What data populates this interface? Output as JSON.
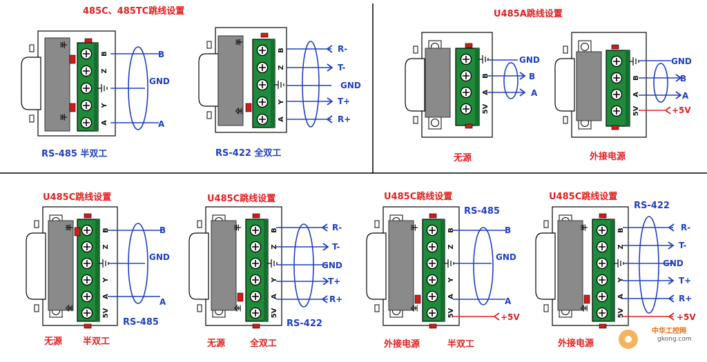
{
  "sections": {
    "top_left_title": "485C、485TC跳线设置",
    "top_right_title": "U485A跳线设置",
    "bottom_titles": [
      "U485C跳线设置",
      "U485C跳线设置",
      "U485C跳线设置",
      "U485C跳线设置"
    ]
  },
  "diagrams": [
    {
      "caption": "RS-485 半双工",
      "pins": [
        "B",
        "Z",
        "⊥",
        "Y",
        "A"
      ],
      "top_mark": "半",
      "bottom_mark": "半",
      "signals": [
        "B",
        "GND",
        "A"
      ]
    },
    {
      "caption": "RS-422 全双工",
      "pins": [
        "B",
        "Z",
        "⊥",
        "Y",
        "A"
      ],
      "top_mark": "半",
      "bottom_mark": "全",
      "signals": [
        "R-",
        "T-",
        "GND",
        "T+",
        "R+"
      ]
    },
    {
      "caption": "无源",
      "pins": [
        "⊥",
        "B",
        "A",
        "5V"
      ],
      "signals": [
        "GND",
        "B",
        "A"
      ]
    },
    {
      "caption": "外接电源",
      "pins": [
        "⊥",
        "B",
        "A",
        "5V"
      ],
      "signals": [
        "GND",
        "B",
        "A",
        "+5V"
      ]
    },
    {
      "caption_parts": [
        "无源",
        "半双工"
      ],
      "pins": [
        "B",
        "Z",
        "⊥",
        "Y",
        "A",
        "5V"
      ],
      "top_mark": "半",
      "bottom_mark": "全",
      "extra_label": "RS-485",
      "signals": [
        "B",
        "GND",
        "A"
      ]
    },
    {
      "caption_parts": [
        "无源",
        "全双工"
      ],
      "pins": [
        "B",
        "Z",
        "⊥",
        "Y",
        "A",
        "5V"
      ],
      "top_mark": "半",
      "bottom_mark": "全",
      "extra_label": "RS-422",
      "signals": [
        "R-",
        "T-",
        "GND",
        "T+",
        "R+"
      ]
    },
    {
      "caption_parts": [
        "外接电源",
        "半双工"
      ],
      "pins": [
        "B",
        "Z",
        "⊥",
        "Y",
        "A",
        "5V"
      ],
      "top_mark": "半",
      "bottom_mark": "全",
      "extra_label": "RS-485",
      "signals": [
        "B",
        "GND",
        "A",
        "+5V"
      ]
    },
    {
      "caption_parts": [
        "外接电源",
        "全双工"
      ],
      "pins": [
        "B",
        "Z",
        "⊥",
        "Y",
        "A",
        "5V"
      ],
      "top_mark": "半",
      "bottom_mark": "全",
      "extra_label": "RS-422",
      "signals": [
        "R-",
        "T-",
        "GND",
        "T+",
        "R+",
        "+5V"
      ]
    }
  ],
  "watermark": {
    "text": "中华工控网",
    "url": "gkong.com"
  },
  "colors": {
    "title_red": "#e02020",
    "signal_blue": "#1f3fbf",
    "terminal_green": "#1f8a3a",
    "housing_gray": "#8a8a8a"
  }
}
